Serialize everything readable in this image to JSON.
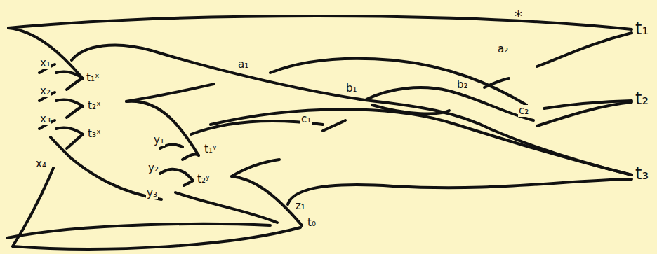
{
  "diagram": {
    "labels": [
      "x₁",
      "t₁ˣ",
      "x₂",
      "t₂ˣ",
      "x₃",
      "t₃ˣ",
      "x₄",
      "y₁",
      "t₁ʸ",
      "y₂",
      "t₂ʸ",
      "y₃",
      "a₁",
      "b₁",
      "c₁",
      "a₂",
      "b₂",
      "c₂",
      "z₁",
      "t₀",
      "*",
      "t₁",
      "t₂",
      "t₃"
    ]
  }
}
